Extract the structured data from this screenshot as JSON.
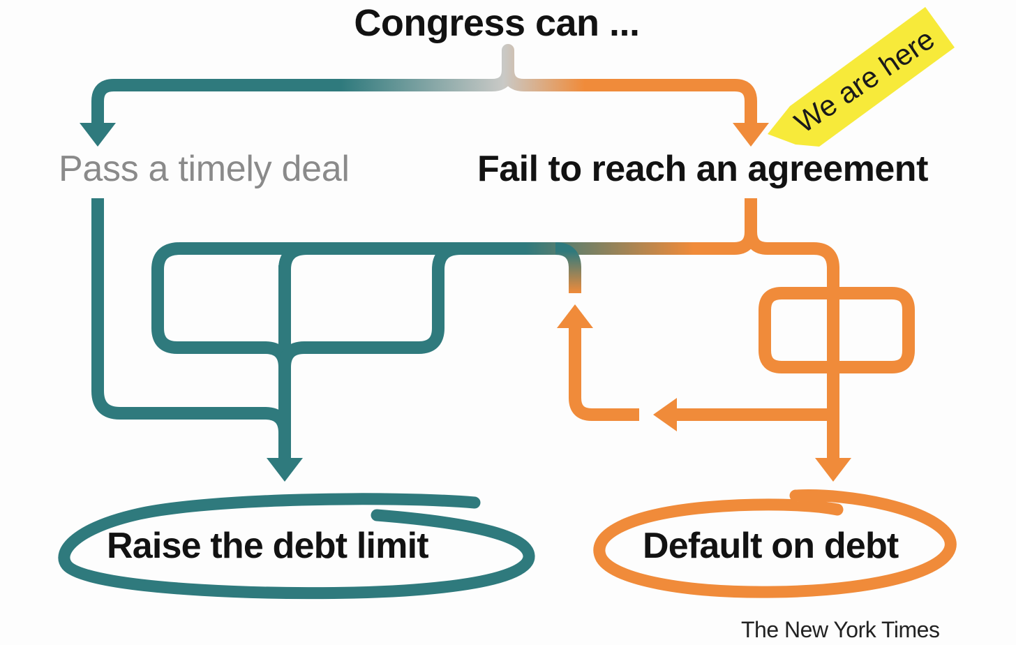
{
  "diagram": {
    "root_label": "Congress can ...",
    "options": {
      "pass": "Pass a timely deal",
      "fail": "Fail to reach an agreement"
    },
    "outcomes": {
      "raise": "Raise the debt limit",
      "default": "Default on debt"
    },
    "callout": "We are here",
    "credit": "The New York Times"
  },
  "colors": {
    "teal": "#2f7a7d",
    "orange": "#f08b3a",
    "callout_yellow": "#f7ea3a",
    "pass_text": "#8a8a8a",
    "text": "#121212"
  },
  "icons": [
    "arrow-down-icon",
    "arrow-up-icon",
    "arrow-left-icon"
  ]
}
